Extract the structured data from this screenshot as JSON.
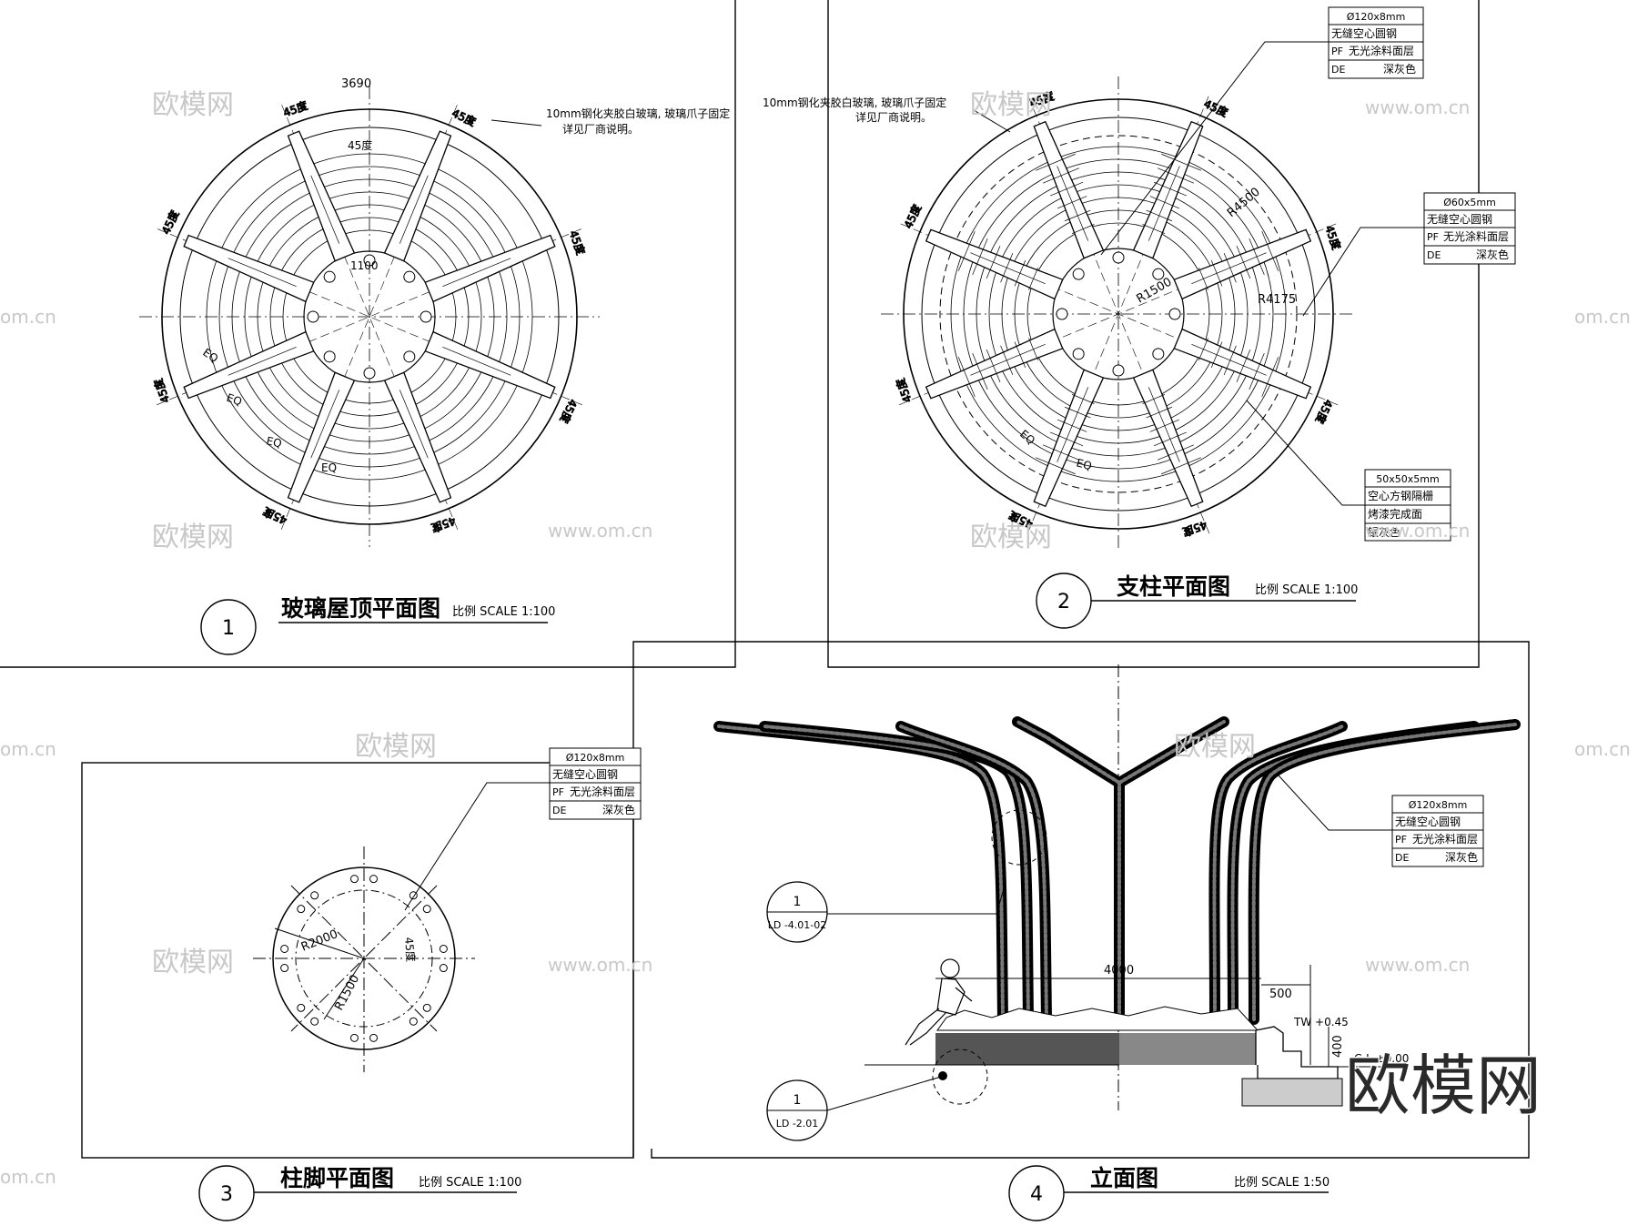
{
  "watermark": {
    "brand": "欧模网",
    "site": "www.om.cn",
    "edge": "om.cn"
  },
  "views": {
    "v1": {
      "number": "1",
      "title": "玻璃屋顶平面图",
      "scale": "比例 SCALE 1:100",
      "dim_outer": "3690",
      "dim_inner": "1100",
      "angle": "45度",
      "eq": "EQ",
      "note": {
        "l1": "10mm钢化夹胶白玻璃, 玻璃爪子固定",
        "l2": "详见厂商说明。"
      }
    },
    "v2": {
      "number": "2",
      "title": "支柱平面图",
      "scale": "比例 SCALE 1:100",
      "r_outer": "R4500",
      "r_mid": "R4175",
      "r_inner": "R1500",
      "angle": "45度",
      "eq": "EQ",
      "note": {
        "l1": "10mm钢化夹胶白玻璃, 玻璃爪子固定",
        "l2": "详见厂商说明。"
      },
      "tag_tube": {
        "size": "Ø120x8mm",
        "material": "无缝空心圆钢",
        "pf_code": "PF",
        "pf_text": "无光涂料面层",
        "de_code": "DE",
        "de_text": "深灰色"
      },
      "tag_pipe": {
        "size": "Ø60x5mm",
        "material": "无缝空心圆钢",
        "pf_code": "PF",
        "pf_text": "无光涂料面层",
        "de_code": "DE",
        "de_text": "深灰色"
      },
      "tag_grille": {
        "size": "50x50x5mm",
        "material": "空心方钢隔栅",
        "finish": "烤漆完成面",
        "color": "银灰色"
      }
    },
    "v3": {
      "number": "3",
      "title": "柱脚平面图",
      "scale": "比例 SCALE 1:100",
      "r_outer": "R2000",
      "r_inner": "R1500",
      "angle": "45度",
      "tag": {
        "size": "Ø120x8mm",
        "material": "无缝空心圆钢",
        "pf_code": "PF",
        "pf_text": "无光涂料面层",
        "de_code": "DE",
        "de_text": "深灰色"
      }
    },
    "v4": {
      "number": "4",
      "title": "立面图",
      "scale": "比例 SCALE 1:50",
      "dim_top": "4000",
      "dim_500": "500",
      "dim_400": "400",
      "tw": "TW +0.45",
      "gl": "G.L ±0.00",
      "ref_a": {
        "n": "1",
        "sheet": "LD -4.01-02"
      },
      "ref_b": {
        "n": "1",
        "sheet": "LD -2.01"
      },
      "tag": {
        "size": "Ø120x8mm",
        "material": "无缝空心圆钢",
        "pf_code": "PF",
        "pf_text": "无光涂料面层",
        "de_code": "DE",
        "de_text": "深灰色"
      }
    }
  }
}
